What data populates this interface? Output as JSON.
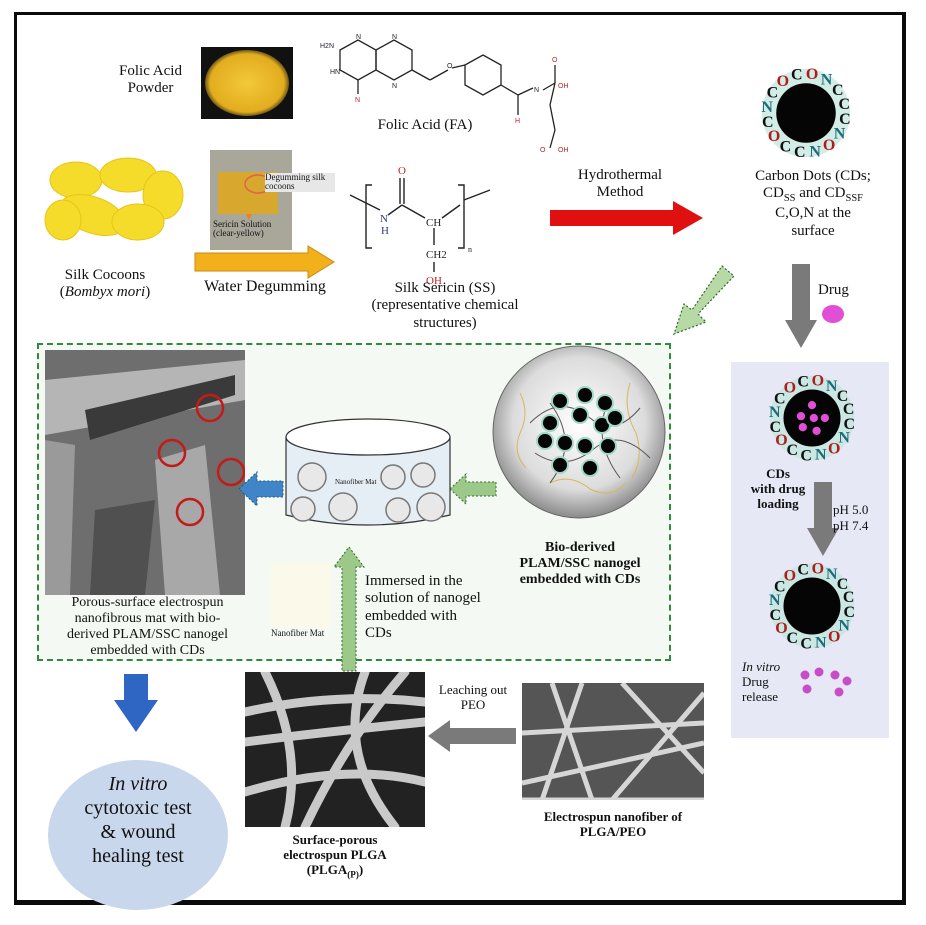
{
  "figure": {
    "top_section": {
      "folic_acid_powder_label": [
        "Folic Acid",
        "Powder"
      ],
      "folic_acid_structure_label": "Folic Acid (FA)",
      "folic_acid_atoms": [
        "H2N",
        "N",
        "N",
        "HN",
        "N",
        "N",
        "O",
        "H",
        "N",
        "H",
        "O",
        "O",
        "OH",
        "O",
        "OH"
      ],
      "silk_cocoons_label": "Silk Cocoons",
      "silk_cocoons_species": "Bombyx mori",
      "degumming_photo_labels": {
        "callout_top": [
          "Degumming silk",
          "cocoons"
        ],
        "callout_bottom": [
          "Sericin Solution",
          "(clear-yellow)"
        ]
      },
      "water_degumming_label": "Water Degumming",
      "sericin_structure_atoms": {
        "carbonyl_o": "O",
        "amide_n": "N",
        "amide_h": "H",
        "ch": "CH",
        "ch2": "CH2",
        "oh": "OH",
        "repeat": "n"
      },
      "sericin_label": [
        "Silk Sericin (SS)",
        "(representative chemical",
        "structures)"
      ],
      "hydrothermal_label": [
        "Hydrothermal",
        "Method"
      ],
      "carbon_dots_label": {
        "line1": "Carbon Dots (CDs;",
        "line2_a": "CD",
        "line2_a_sub": "SS",
        "line2_mid": " and CD",
        "line2_b_sub": "SSF",
        "line3": "C,O,N at the",
        "line4": "surface"
      },
      "drug_label": "Drug"
    },
    "carbon_dot_letters": {
      "ring": [
        {
          "ch": "N",
          "color": "#1d6c7a"
        },
        {
          "ch": "C",
          "color": "#111111"
        },
        {
          "ch": "O",
          "color": "#b01c1c"
        },
        {
          "ch": "C",
          "color": "#111111"
        },
        {
          "ch": "O",
          "color": "#b01c1c"
        },
        {
          "ch": "N",
          "color": "#1d6c7a"
        },
        {
          "ch": "C",
          "color": "#111111"
        },
        {
          "ch": "C",
          "color": "#111111"
        },
        {
          "ch": "C",
          "color": "#111111"
        },
        {
          "ch": "N",
          "color": "#1d6c7a"
        },
        {
          "ch": "O",
          "color": "#b01c1c"
        },
        {
          "ch": "N",
          "color": "#1d6c7a"
        },
        {
          "ch": "C",
          "color": "#111111"
        },
        {
          "ch": "C",
          "color": "#111111"
        },
        {
          "ch": "O",
          "color": "#b01c1c"
        },
        {
          "ch": "C",
          "color": "#111111"
        }
      ]
    },
    "drug_panel": {
      "cds_loaded_label": [
        "CDs",
        "with drug",
        "loading"
      ],
      "ph_labels": [
        "pH 5.0",
        "pH 7.4"
      ],
      "release_label_italic": "In vitro",
      "release_label": [
        "Drug",
        "release"
      ]
    },
    "middle_section": {
      "sem_caption": [
        "Porous-surface electrospun",
        "nanofibrous mat with bio-",
        "derived PLAM/SSC nanogel",
        "embedded with CDs"
      ],
      "beaker_inner_label": "Nanofiber Mat",
      "nanofiber_mat_sample_label": "Nanofiber Mat",
      "immersion_label": [
        "Immersed in the",
        "solution of nanogel",
        "embedded with",
        "CDs"
      ],
      "nanogel_label": [
        "Bio-derived",
        "PLAM/SSC nanogel",
        "embedded with CDs"
      ]
    },
    "bottom_section": {
      "test_oval": {
        "italic": "In vitro",
        "lines": [
          "cytotoxic test",
          "& wound",
          "healing test"
        ]
      },
      "plga_p_caption": {
        "line1": "Surface-porous",
        "line2": "electrospun PLGA",
        "line3_main": "(PLGA",
        "line3_sub": "(P)",
        "line3_end": ")"
      },
      "leaching_label": [
        "Leaching out",
        "PEO"
      ],
      "plga_peo_caption": [
        "Electrospun nanofiber of",
        "PLGA/PEO"
      ]
    },
    "colors": {
      "frame": "#0b0b0b",
      "hydrothermal_arrow": "#e01010",
      "degumming_arrow": "#f2b01a",
      "process_arrow_gray": "#7a7a7a",
      "dashed_green_arrow": "#9cc98a",
      "blue_arrow": "#3f85c8",
      "down_blue_arrow": "#2f66c4",
      "drug_dot": "#e04fd6",
      "green_box_border": "#2f8a3a",
      "drug_panel_bg": "#e6e9f5",
      "test_oval_bg": "#c9d7ec",
      "sem_circle": "#c41a1a"
    }
  }
}
